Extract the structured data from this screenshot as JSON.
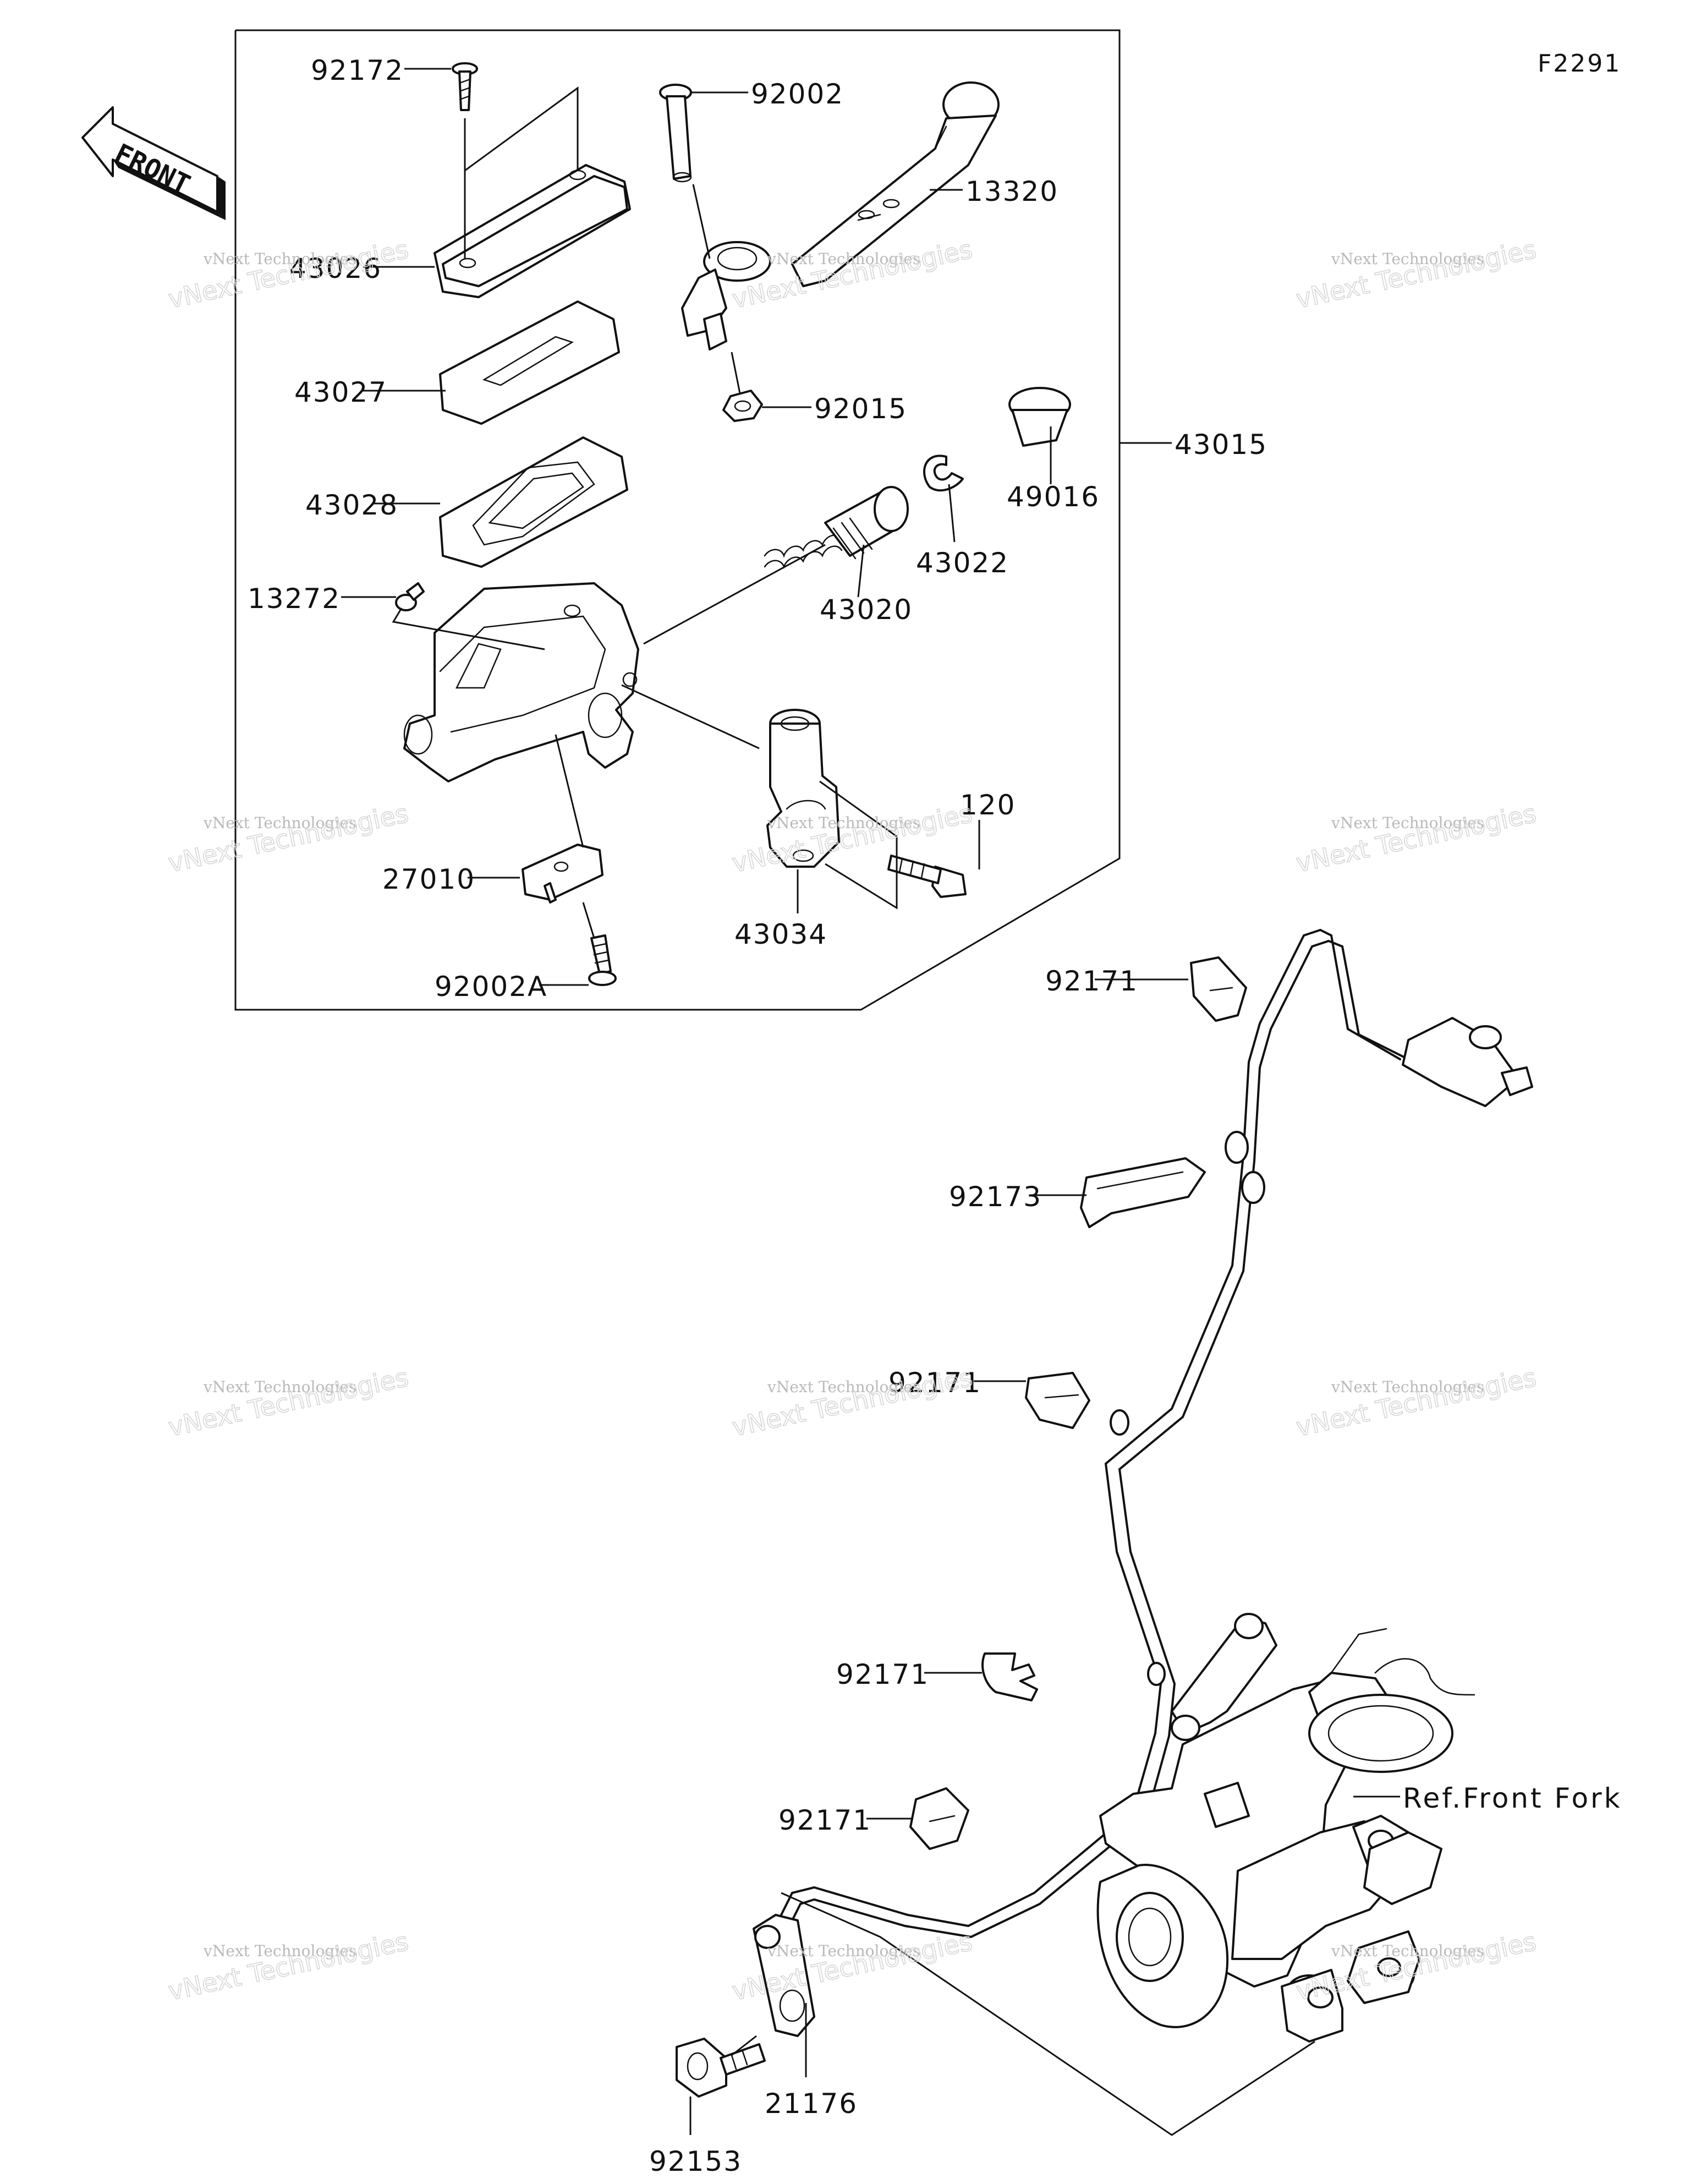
{
  "diagram": {
    "code": "F2291",
    "front_arrow": "FRONT",
    "reference": "Ref.Front Fork",
    "watermark": {
      "small": "vNext Technologies",
      "big": "vNext Technologies"
    },
    "labels": [
      {
        "id": "92172",
        "text": "92172"
      },
      {
        "id": "92002",
        "text": "92002"
      },
      {
        "id": "13320",
        "text": "13320"
      },
      {
        "id": "43026",
        "text": "43026"
      },
      {
        "id": "43027",
        "text": "43027"
      },
      {
        "id": "92015",
        "text": "92015"
      },
      {
        "id": "43015",
        "text": "43015"
      },
      {
        "id": "43028",
        "text": "43028"
      },
      {
        "id": "49016",
        "text": "49016"
      },
      {
        "id": "43022",
        "text": "43022"
      },
      {
        "id": "13272",
        "text": "13272"
      },
      {
        "id": "43020",
        "text": "43020"
      },
      {
        "id": "120",
        "text": "120"
      },
      {
        "id": "27010",
        "text": "27010"
      },
      {
        "id": "43034",
        "text": "43034"
      },
      {
        "id": "92002A",
        "text": "92002A"
      },
      {
        "id": "92171a",
        "text": "92171"
      },
      {
        "id": "92173",
        "text": "92173"
      },
      {
        "id": "92171b",
        "text": "92171"
      },
      {
        "id": "92171c",
        "text": "92171"
      },
      {
        "id": "92171d",
        "text": "92171"
      },
      {
        "id": "21176",
        "text": "21176"
      },
      {
        "id": "92153",
        "text": "92153"
      }
    ]
  }
}
